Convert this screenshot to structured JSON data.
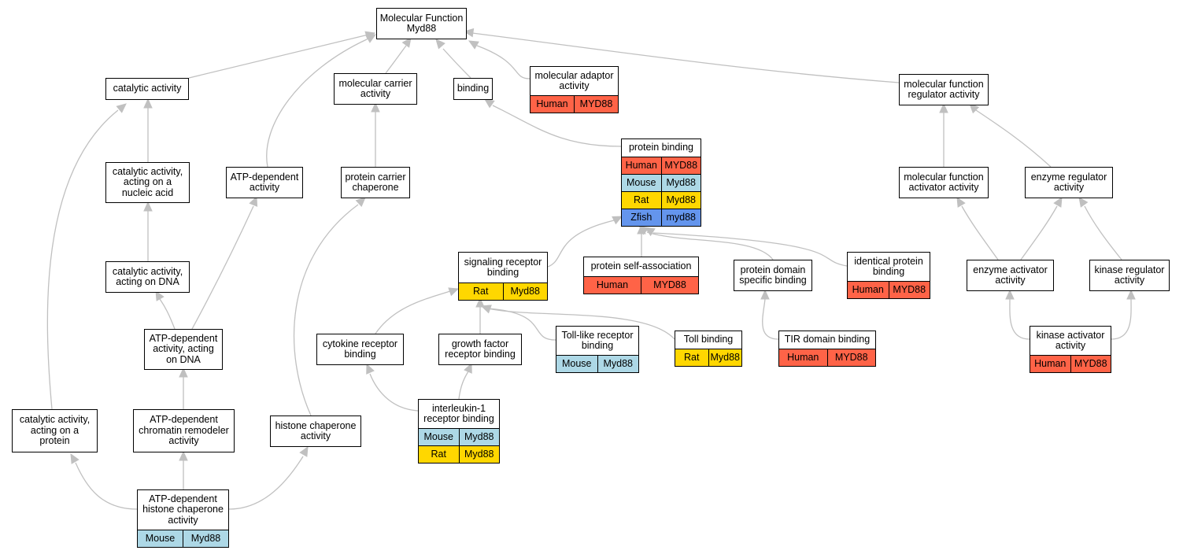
{
  "colors": {
    "edge": "#c0c0c0",
    "Human": "#ff6347",
    "Mouse": "#add8e6",
    "Rat": "#ffd700",
    "Zfish": "#6495ed"
  },
  "nodes": {
    "mf": {
      "title": "Molecular Function\nMyd88",
      "genes": []
    },
    "catalytic": {
      "title": "catalytic activity",
      "genes": []
    },
    "carrier": {
      "title": "molecular carrier\nactivity",
      "genes": []
    },
    "binding": {
      "title": "binding",
      "genes": []
    },
    "adaptor": {
      "title": "molecular adaptor\nactivity",
      "genes": [
        [
          "Human",
          "MYD88"
        ]
      ]
    },
    "regulator": {
      "title": "molecular function\nregulator activity",
      "genes": []
    },
    "protbind": {
      "title": "protein binding",
      "genes": [
        [
          "Human",
          "MYD88"
        ],
        [
          "Mouse",
          "Myd88"
        ],
        [
          "Rat",
          "Myd88"
        ],
        [
          "Zfish",
          "myd88"
        ]
      ]
    },
    "catnuc": {
      "title": "catalytic activity,\nacting on a\nnucleic acid",
      "genes": []
    },
    "atpdep": {
      "title": "ATP-dependent\nactivity",
      "genes": []
    },
    "protcarrier": {
      "title": "protein carrier\nchaperone",
      "genes": []
    },
    "activator": {
      "title": "molecular function\nactivator activity",
      "genes": []
    },
    "enzreg": {
      "title": "enzyme regulator\nactivity",
      "genes": []
    },
    "catdna": {
      "title": "catalytic activity,\nacting on DNA",
      "genes": []
    },
    "sigrec": {
      "title": "signaling receptor\nbinding",
      "genes": [
        [
          "Rat",
          "Myd88"
        ]
      ]
    },
    "selfassoc": {
      "title": "protein self-association",
      "genes": [
        [
          "Human",
          "MYD88"
        ]
      ]
    },
    "domain": {
      "title": "protein domain\nspecific binding",
      "genes": []
    },
    "identical": {
      "title": "identical protein\nbinding",
      "genes": [
        [
          "Human",
          "MYD88"
        ]
      ]
    },
    "enzact": {
      "title": "enzyme activator\nactivity",
      "genes": []
    },
    "kinreg": {
      "title": "kinase regulator\nactivity",
      "genes": []
    },
    "atpdna": {
      "title": "ATP-dependent\nactivity, acting\non DNA",
      "genes": []
    },
    "cytokine": {
      "title": "cytokine receptor\nbinding",
      "genes": []
    },
    "growth": {
      "title": "growth factor\nreceptor binding",
      "genes": []
    },
    "toll_like": {
      "title": "Toll-like receptor\nbinding",
      "genes": [
        [
          "Mouse",
          "Myd88"
        ]
      ]
    },
    "toll": {
      "title": "Toll binding",
      "genes": [
        [
          "Rat",
          "Myd88"
        ]
      ]
    },
    "tir": {
      "title": "TIR domain binding",
      "genes": [
        [
          "Human",
          "MYD88"
        ]
      ]
    },
    "kinact": {
      "title": "kinase activator\nactivity",
      "genes": [
        [
          "Human",
          "MYD88"
        ]
      ]
    },
    "catprot": {
      "title": "catalytic activity,\nacting on a\nprotein",
      "genes": []
    },
    "remodeler": {
      "title": "ATP-dependent\nchromatin remodeler\nactivity",
      "genes": []
    },
    "histone": {
      "title": "histone chaperone\nactivity",
      "genes": []
    },
    "il1": {
      "title": "interleukin-1\nreceptor binding",
      "genes": [
        [
          "Mouse",
          "Myd88"
        ],
        [
          "Rat",
          "Myd88"
        ]
      ]
    },
    "atphist": {
      "title": "ATP-dependent\nhistone chaperone\nactivity",
      "genes": [
        [
          "Mouse",
          "Myd88"
        ]
      ]
    }
  }
}
